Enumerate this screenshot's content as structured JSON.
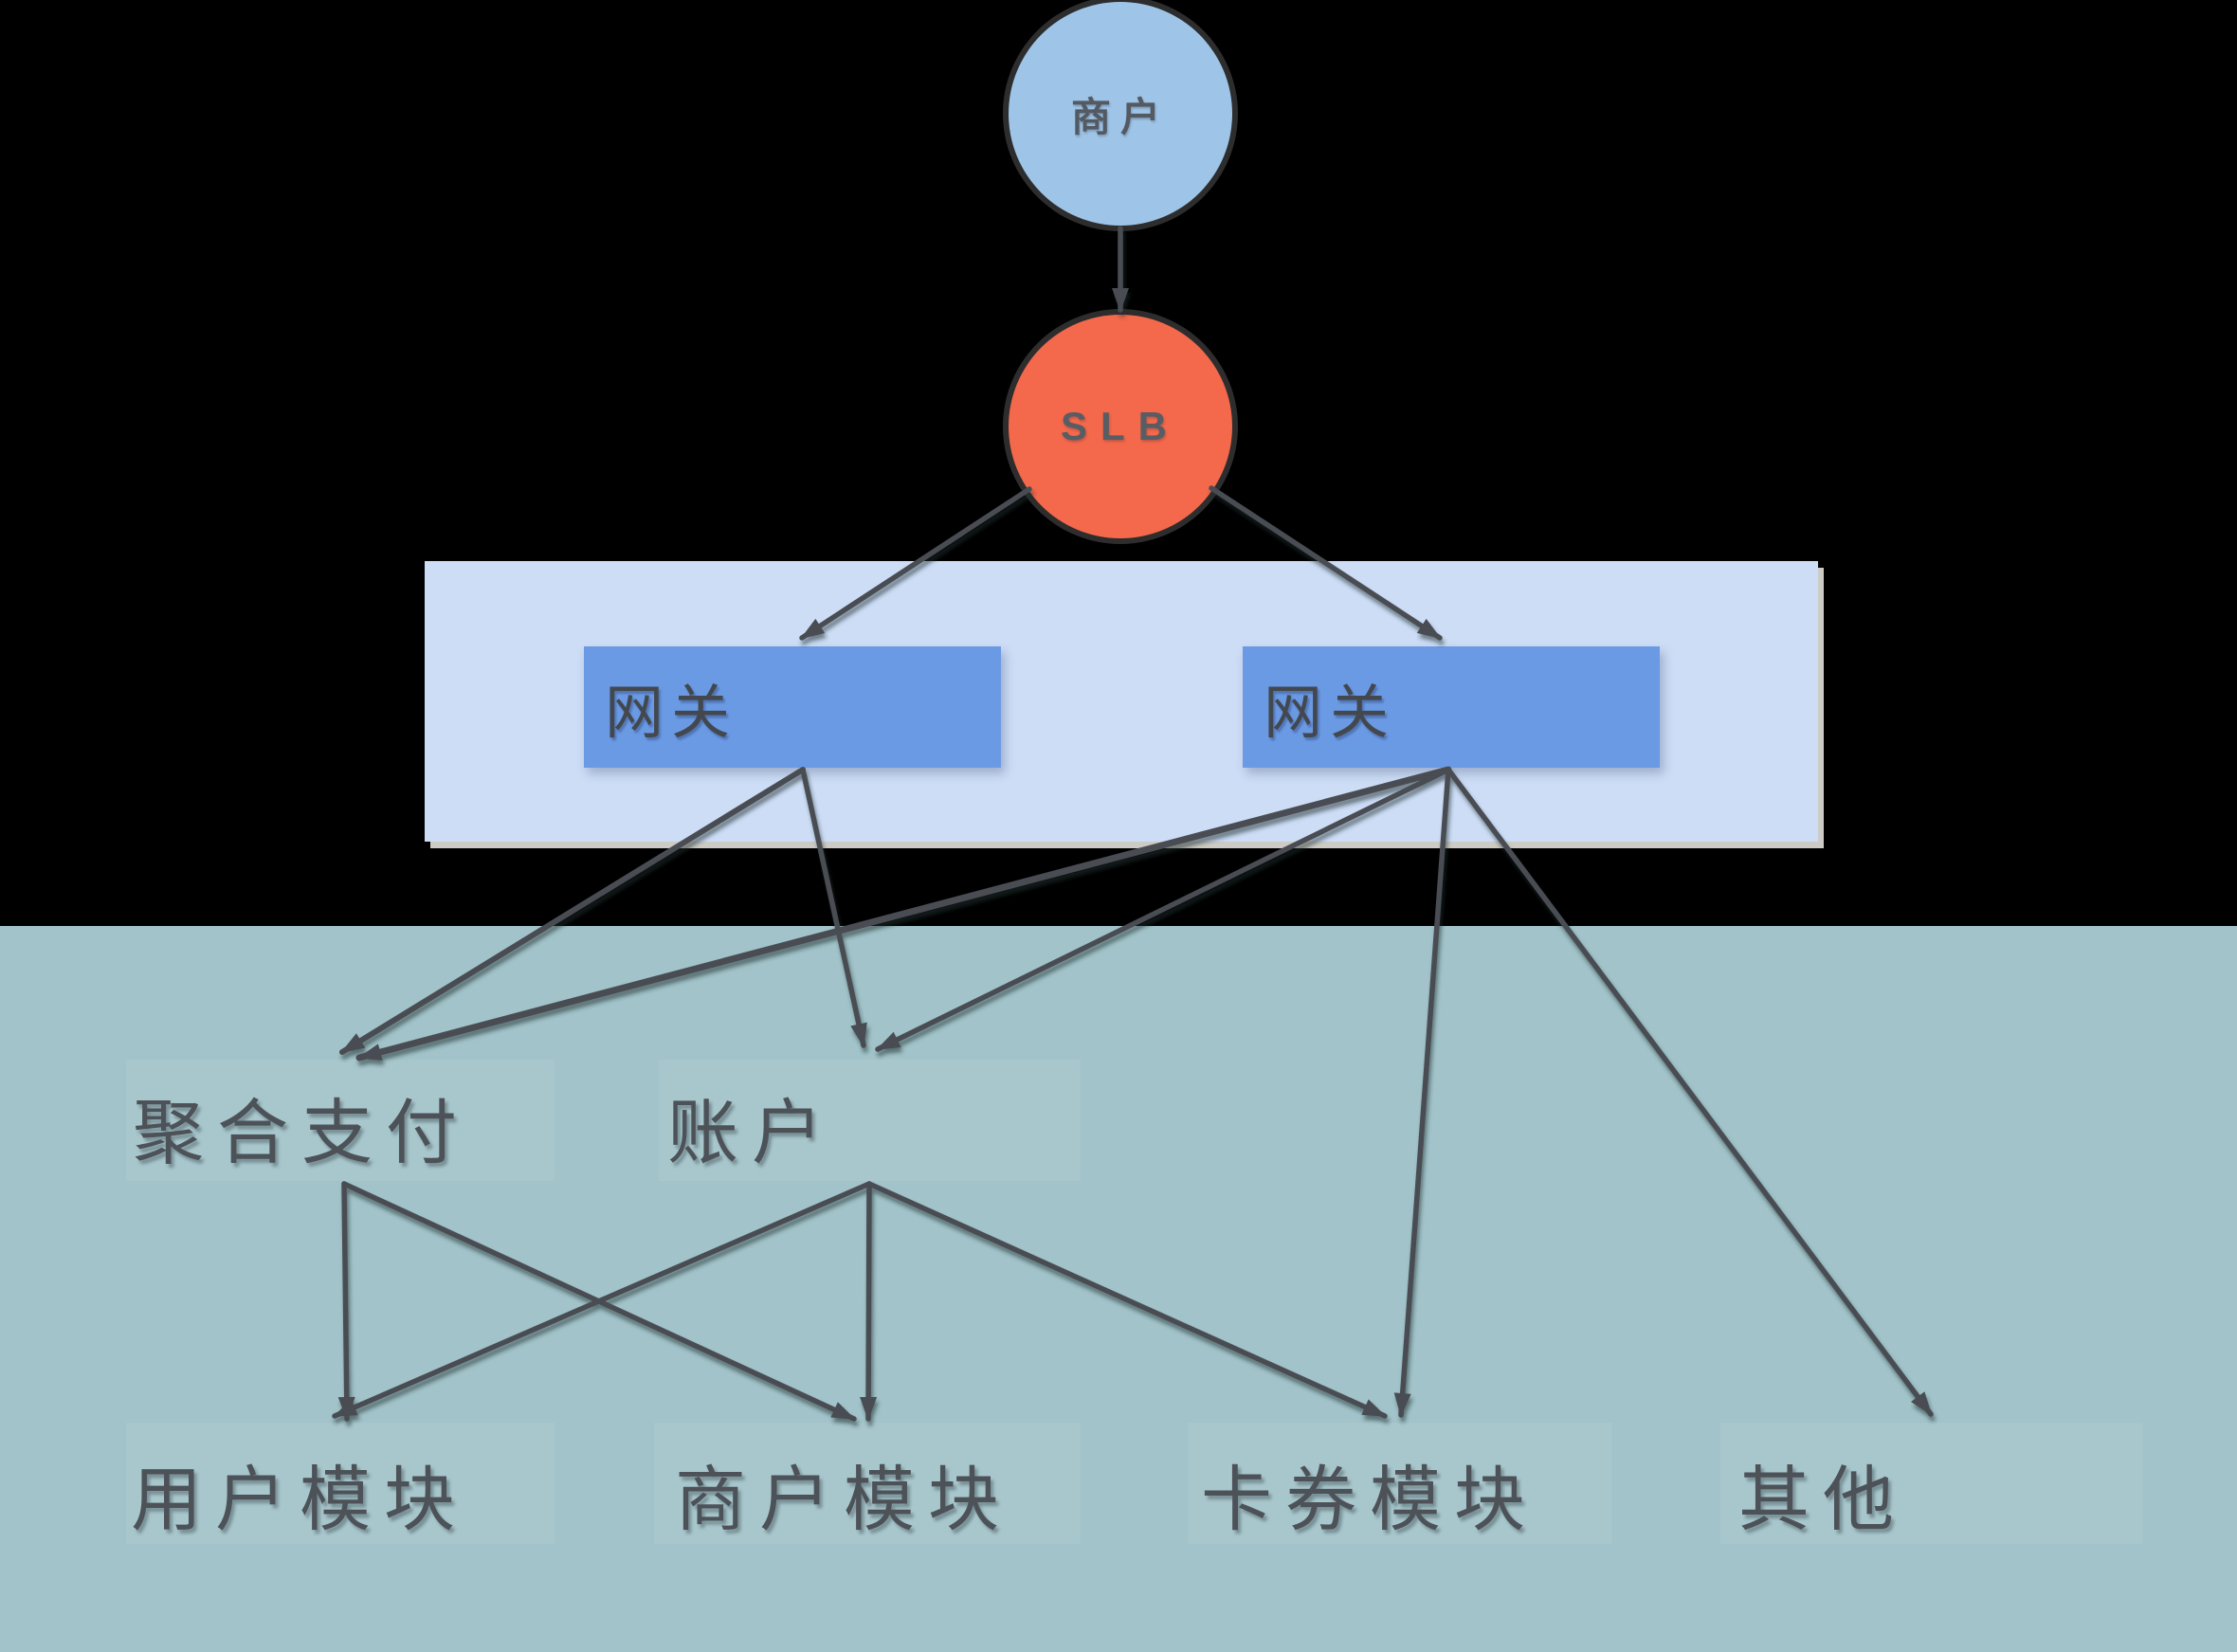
{
  "diagram": {
    "nodes": {
      "merchant": {
        "label": "商户"
      },
      "slb": {
        "label": "SLB"
      },
      "gateway_1": {
        "label": "网关"
      },
      "gateway_2": {
        "label": "网关"
      },
      "aggregate_payment": {
        "label": "聚合支付"
      },
      "account": {
        "label": "账户"
      },
      "user_module": {
        "label": "用户模块"
      },
      "merchant_module": {
        "label": "商户模块"
      },
      "coupon_module": {
        "label": "卡券模块"
      },
      "other": {
        "label": "其他"
      }
    },
    "edges": [
      {
        "from": "merchant",
        "to": "slb"
      },
      {
        "from": "slb",
        "to": "gateway-1"
      },
      {
        "from": "slb",
        "to": "gateway-2"
      },
      {
        "from": "gateway-1",
        "to": "aggregate-payment"
      },
      {
        "from": "gateway-1",
        "to": "account"
      },
      {
        "from": "gateway-2",
        "to": "aggregate-payment"
      },
      {
        "from": "gateway-2",
        "to": "account"
      },
      {
        "from": "gateway-2",
        "to": "coupon-module"
      },
      {
        "from": "gateway-2",
        "to": "other"
      },
      {
        "from": "aggregate-payment",
        "to": "user-module"
      },
      {
        "from": "aggregate-payment",
        "to": "merchant-module"
      },
      {
        "from": "account",
        "to": "user-module"
      },
      {
        "from": "account",
        "to": "merchant-module"
      },
      {
        "from": "account",
        "to": "coupon-module"
      }
    ],
    "colors": {
      "background": "#000000",
      "teal_band": "#a1c3c9",
      "merchant_circle": "#9ec5e8",
      "slb_circle": "#f4684b",
      "gateway_container": "#cdddf6",
      "gateway_box": "#6b9ae4",
      "connector": "#484d52",
      "text": "#4c5258"
    }
  }
}
